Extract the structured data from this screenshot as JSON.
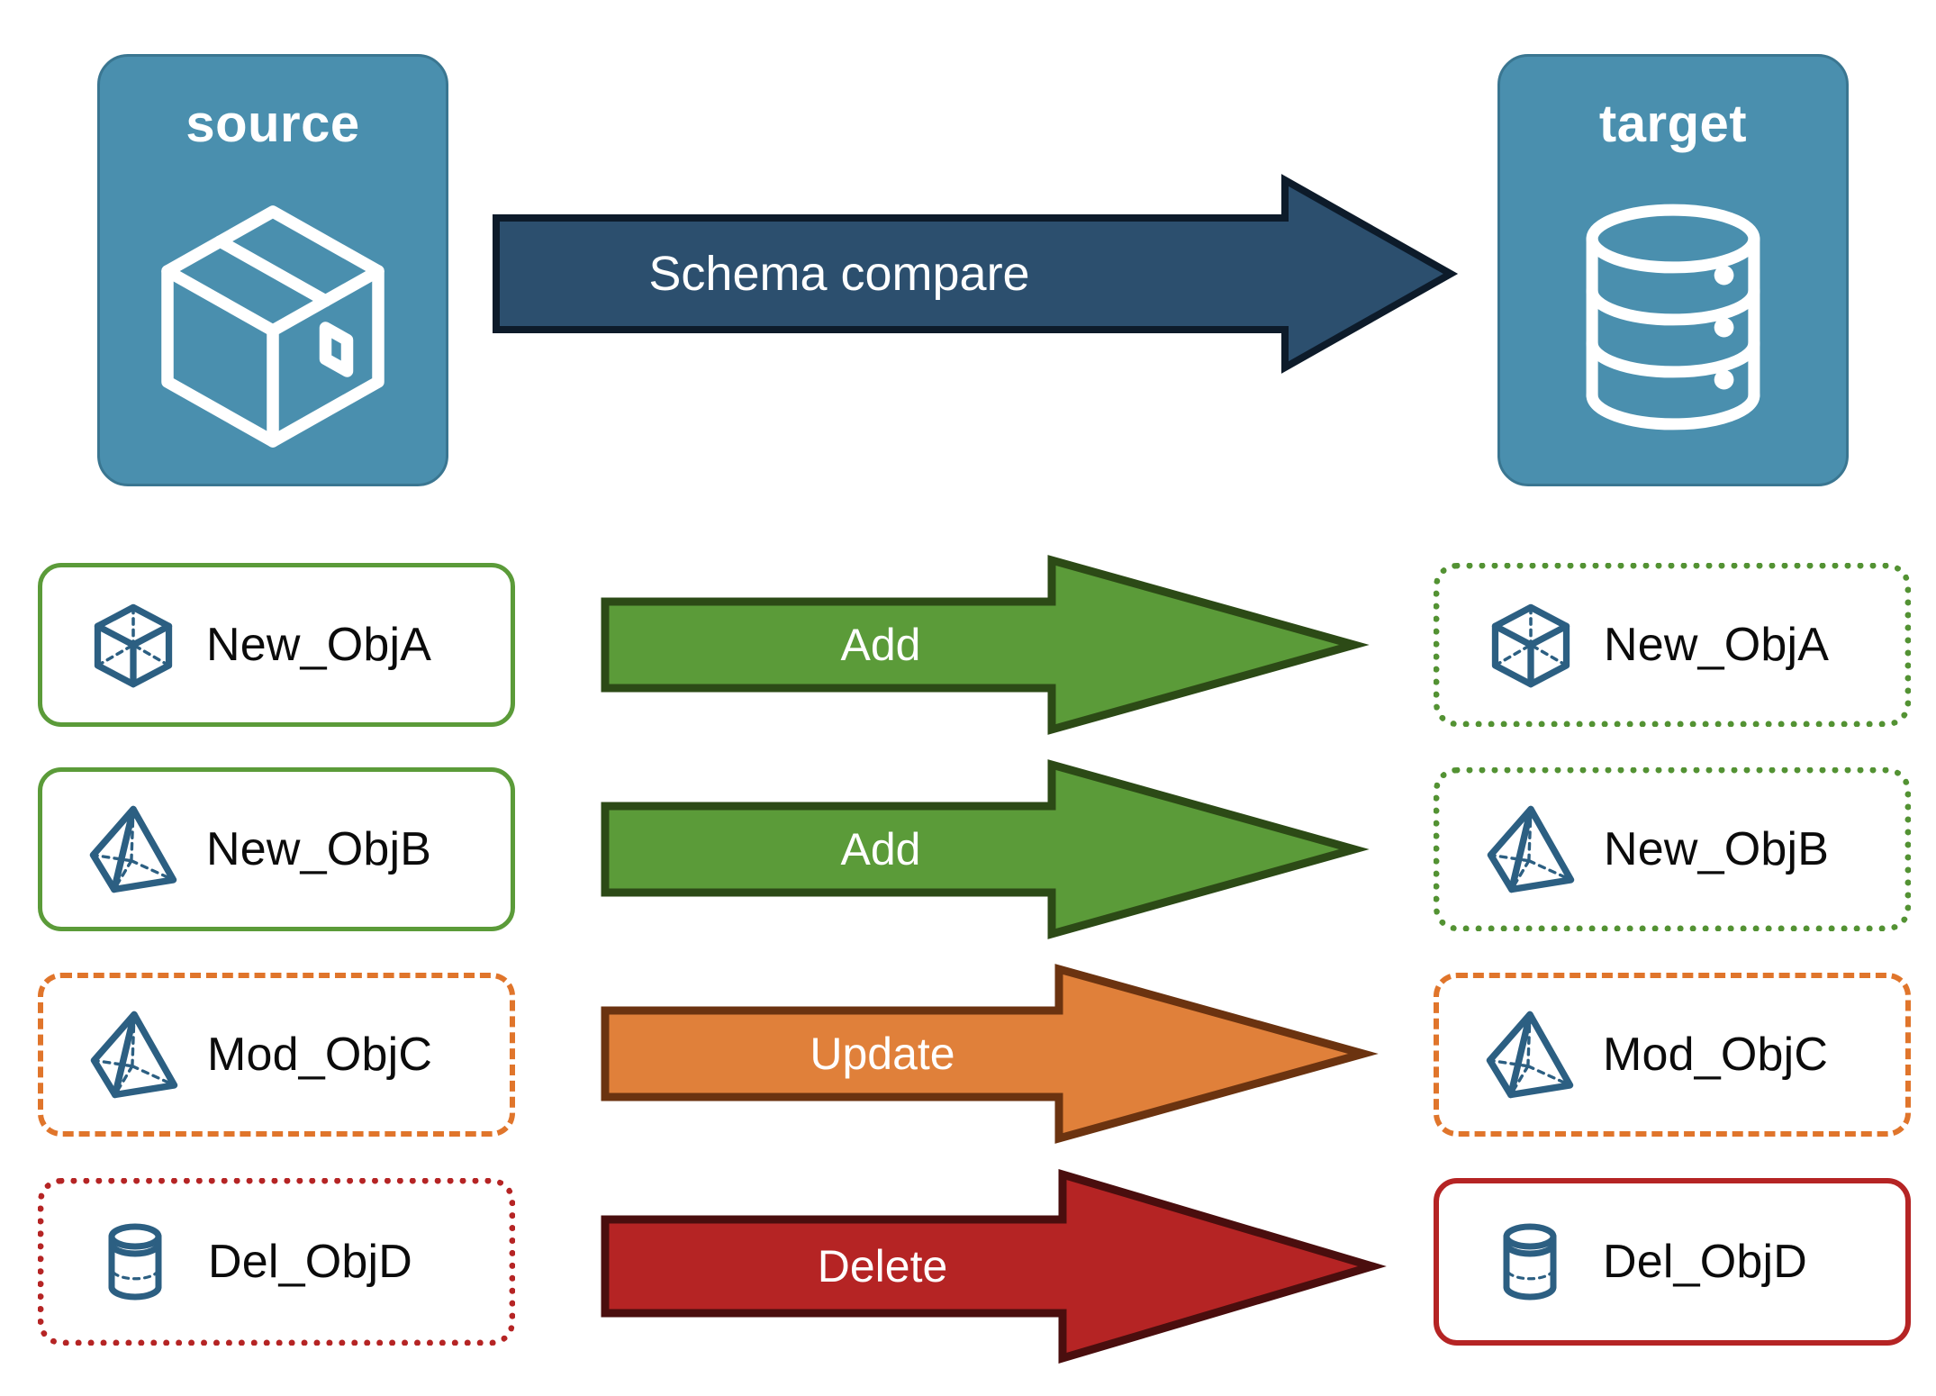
{
  "diagram": {
    "title_hidden": "",
    "endpoints": [
      {
        "label": "source",
        "icon": "package-box-icon",
        "side": "left"
      },
      {
        "label": "target",
        "icon": "database-cylinder-icon",
        "side": "right"
      }
    ],
    "main_arrow": {
      "label": "Schema compare",
      "color": "#2C4F6E",
      "outline": "#0D1B2A"
    },
    "rows": [
      {
        "source_label": "New_ObjA",
        "target_label": "New_ObjA",
        "action": "Add",
        "icon": "cube-icon",
        "arrow_color": "#5B9B39",
        "arrow_outline": "#2C4A16",
        "source_border_style": "solid",
        "source_border_color": "#5B9B39",
        "target_border_style": "dotted",
        "target_border_color": "#539233"
      },
      {
        "source_label": "New_ObjB",
        "target_label": "New_ObjB",
        "action": "Add",
        "icon": "pyramid-icon",
        "arrow_color": "#5B9B39",
        "arrow_outline": "#2C4A16",
        "source_border_style": "solid",
        "source_border_color": "#5B9B39",
        "target_border_style": "dotted",
        "target_border_color": "#539233"
      },
      {
        "source_label": "Mod_ObjC",
        "target_label": "Mod_ObjC",
        "action": "Update",
        "icon": "pyramid-icon",
        "arrow_color": "#E0803A",
        "arrow_outline": "#6B3310",
        "source_border_style": "dashed",
        "source_border_color": "#E0752B",
        "target_border_style": "dashed",
        "target_border_color": "#E0752B"
      },
      {
        "source_label": "Del_ObjD",
        "target_label": "Del_ObjD",
        "action": "Delete",
        "icon": "cylinder-icon",
        "arrow_color": "#B52424",
        "arrow_outline": "#4A0E0E",
        "source_border_style": "dotted",
        "source_border_color": "#B52424",
        "target_border_style": "solid",
        "target_border_color": "#B52424"
      }
    ],
    "colors": {
      "endpoint_fill": "#4A8FAE",
      "endpoint_stroke": "#3A7691",
      "icon_stroke": "#2C5F82",
      "background": "#FFFFFF"
    }
  }
}
